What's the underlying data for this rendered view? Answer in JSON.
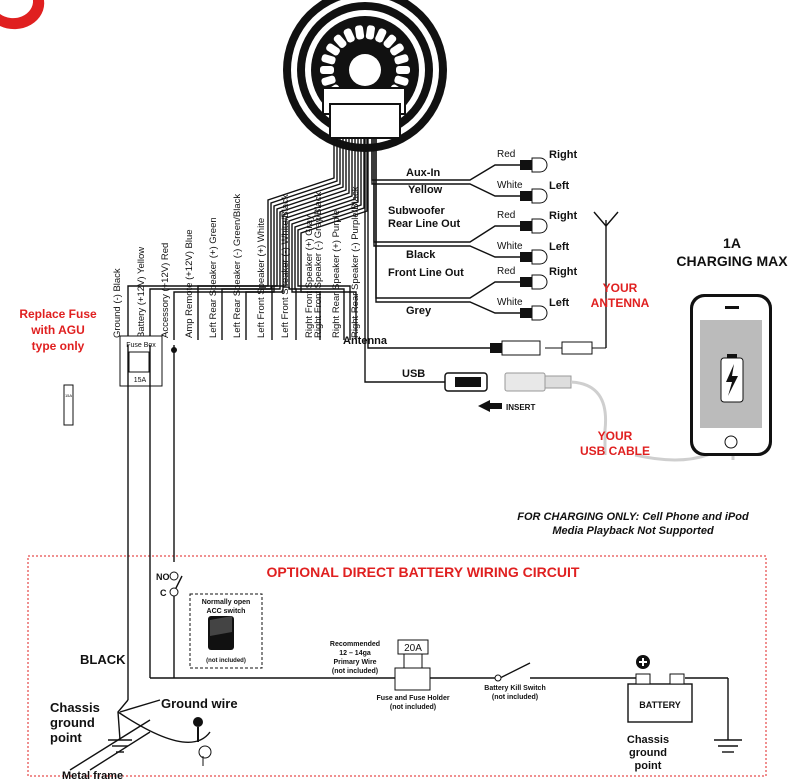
{
  "head_unit": {
    "rca_groups": [
      {
        "name": "Aux-In",
        "color": "Yellow"
      },
      {
        "name": "Subwoofer\nRear Line Out",
        "color": "Black"
      },
      {
        "name": "Front Line Out",
        "color": "Grey"
      }
    ],
    "rca_plug_colors": [
      "Red",
      "White"
    ],
    "rca_sides": [
      "Right",
      "Left"
    ],
    "antenna_label": "Antenna",
    "usb_label": "USB",
    "insert_label": "INSERT",
    "your_antenna": "YOUR\nANTENNA",
    "your_usb_cable": "YOUR\nUSB CABLE",
    "charging_max": "1A\nCHARGING MAX",
    "charging_note": "FOR CHARGING ONLY: Cell Phone and iPod\nMedia Playback Not Supported"
  },
  "fuse": {
    "replace_note": "Replace Fuse\nwith AGU\ntype only",
    "box_label": "Fuse Box",
    "rating": "15A",
    "small_label": "15A"
  },
  "harness_wires": [
    {
      "label": "Ground (-)   Black"
    },
    {
      "label": "Battery (+12V)   Yellow"
    },
    {
      "label": "Accessory (+12V)   Red"
    },
    {
      "label": "Amp Remote (+12V)   Blue"
    },
    {
      "label": "Left Rear Speaker (+)   Green"
    },
    {
      "label": "Left Rear Speaker (-)   Green/Black"
    },
    {
      "label": "Left Front Speaker (+)   White"
    },
    {
      "label": "Left Front Speaker (-)   White/Black"
    },
    {
      "label": "Right Front Speaker (+)   Gray"
    },
    {
      "label": "Right Front Speaker (-)   Gray/Black"
    },
    {
      "label": "Right Rear Speaker (+)   Purple"
    },
    {
      "label": "Right Rear Speaker (-)   Purple/Black"
    }
  ],
  "circuit": {
    "title": "OPTIONAL DIRECT BATTERY WIRING CIRCUIT",
    "no": "NO",
    "c": "C",
    "acc_switch": "Normally open\nACC switch",
    "not_included": "(not included)",
    "black": "BLACK",
    "chassis_ground_left": "Chassis\nground\npoint",
    "ground_wire": "Ground wire",
    "metal_frame": "Metal frame",
    "recommended": "Recommended\n12 – 14ga\nPrimary Wire\n(not included)",
    "fuse_20a": "20A",
    "fuse_holder": "Fuse and Fuse Holder\n(not included)",
    "kill_switch": "Battery Kill Switch\n(not included)",
    "battery": "BATTERY",
    "chassis_ground_right": "Chassis\nground\npoint"
  },
  "colors": {
    "accent_red": "#e02020",
    "line": "#111111",
    "cable_grey": "#cfcfcf"
  }
}
